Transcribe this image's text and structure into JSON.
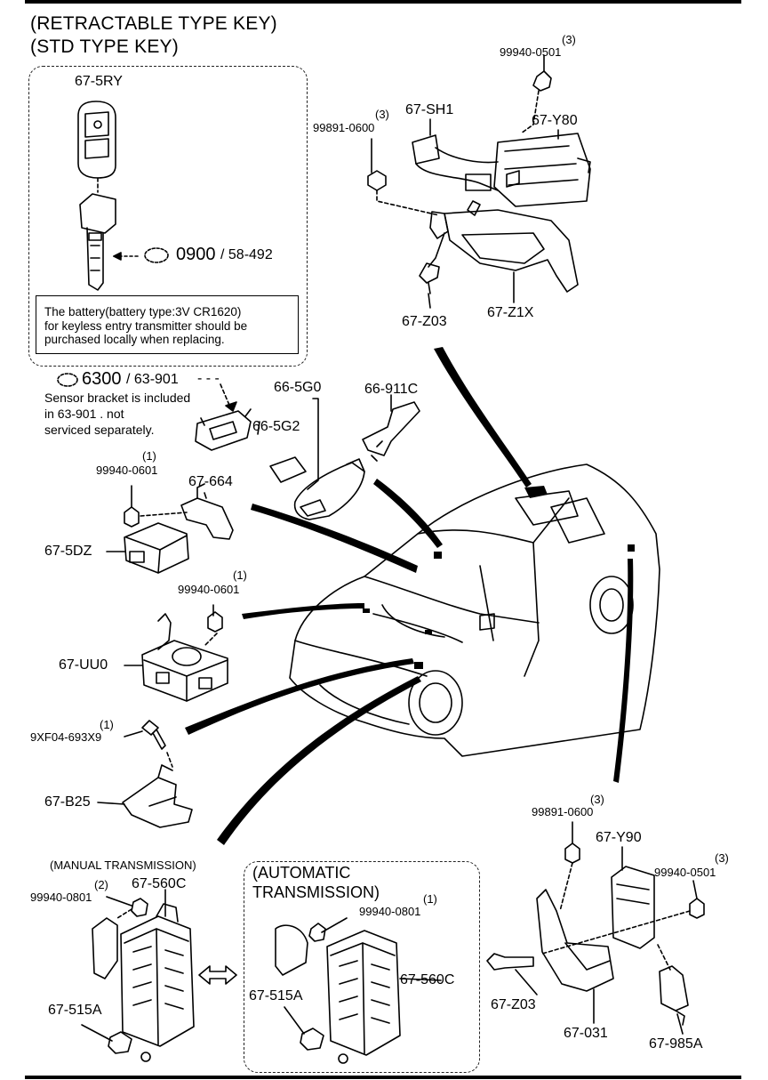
{
  "header": {
    "title_line1": "(RETRACTABLE TYPE KEY)",
    "title_line2": "(STD TYPE KEY)"
  },
  "key_section": {
    "key_part": "67-5RY",
    "key_code_main": "0900",
    "key_code_sub": "/ 58-492",
    "note_lines": [
      "The battery(battery type:3V CR1620)",
      "for keyless entry transmitter should be",
      "purchased locally when replacing."
    ]
  },
  "sensor_section": {
    "code_main": "6300",
    "code_sub": "/ 63-901",
    "note_lines": [
      "Sensor bracket is included",
      "in 63-901 . not",
      "serviced separately."
    ]
  },
  "labels": {
    "p_99940_0501_top": "99940-0501",
    "q_99940_0501_top": "(3)",
    "p_67_sh1": "67-SH1",
    "p_67_y80": "67-Y80",
    "p_99891_0600_top": "99891-0600",
    "q_99891_0600_top": "(3)",
    "p_67_z03_top": "67-Z03",
    "p_67_z1x": "67-Z1X",
    "p_66_5g0": "66-5G0",
    "p_66_5g2": "66-5G2",
    "p_66_911c": "66-911C",
    "p_99940_0601_a": "99940-0601",
    "q_99940_0601_a": "(1)",
    "p_67_664": "67-664",
    "p_67_5dz": "67-5DZ",
    "p_99940_0601_b": "99940-0601",
    "q_99940_0601_b": "(1)",
    "p_67_uu0": "67-UU0",
    "p_9xf04": "9XF04-693X9",
    "q_9xf04": "(1)",
    "p_67_b25": "67-B25",
    "manual_title": "(MANUAL TRANSMISSION)",
    "p_99940_0801_man": "99940-0801",
    "q_99940_0801_man": "(2)",
    "p_67_560c_man": "67-560C",
    "p_67_515a_man": "67-515A",
    "auto_title_1": "(AUTOMATIC",
    "auto_title_2": "TRANSMISSION)",
    "p_99940_0801_auto": "99940-0801",
    "q_99940_0801_auto": "(1)",
    "p_67_560c_auto": "67-560C",
    "p_67_515a_auto": "67-515A",
    "p_99891_0600_bot": "99891-0600",
    "q_99891_0600_bot": "(3)",
    "p_67_y90": "67-Y90",
    "p_99940_0501_bot": "99940-0501",
    "q_99940_0501_bot": "(3)",
    "p_67_z03_bot": "67-Z03",
    "p_67_031": "67-031",
    "p_67_985a": "67-985A"
  },
  "icons": [
    "key-fob-icon",
    "folding-key-icon",
    "part-symbol-icon",
    "vehicle-icon",
    "double-arrow-icon"
  ]
}
